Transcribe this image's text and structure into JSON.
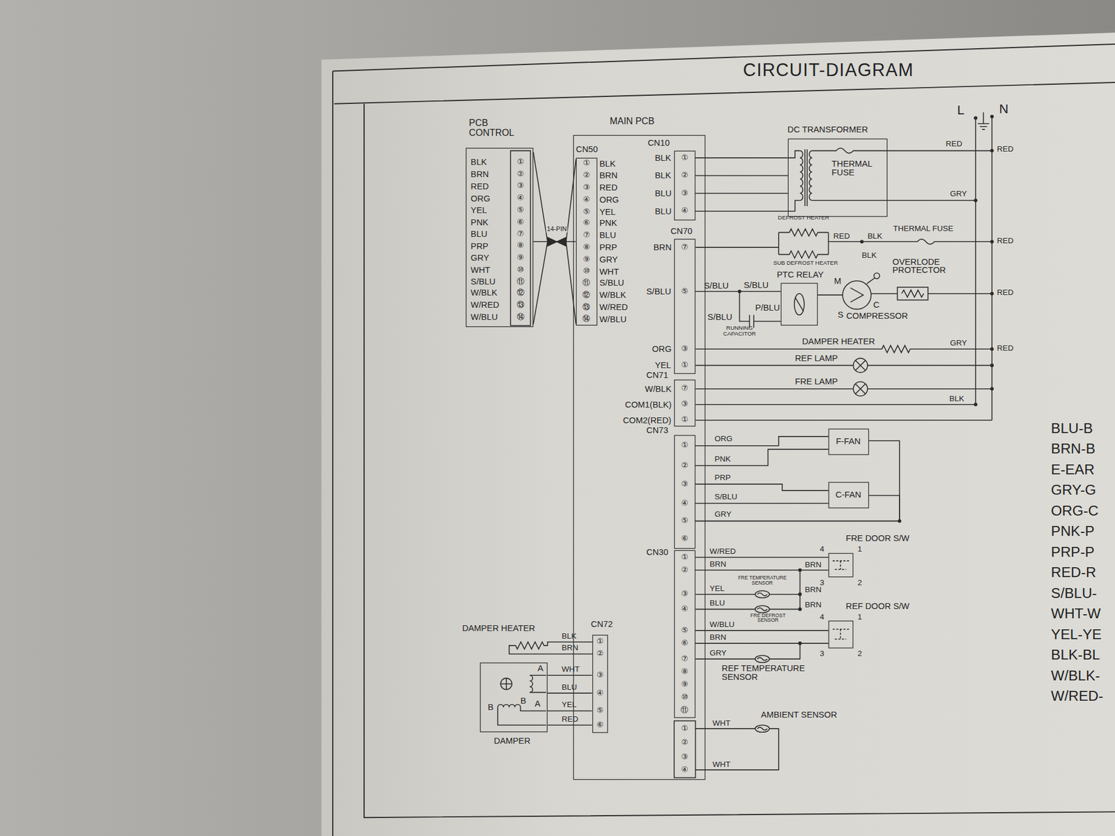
{
  "diagram": {
    "title": "CIRCUIT-DIAGRAM",
    "nodes": [
      {
        "text": [
          "PCB CONTROL"
        ]
      },
      {
        "text": [
          "MAIN PCB"
        ]
      },
      {
        "text": [
          "CN50"
        ],
        "in": 1
      },
      {
        "text": [
          "CN10"
        ],
        "in": 1
      },
      {
        "text": [
          "CN70"
        ],
        "in": 1
      },
      {
        "text": [
          "CN71"
        ],
        "in": 1
      },
      {
        "text": [
          "CN73"
        ],
        "in": 1
      },
      {
        "text": [
          "CN30"
        ],
        "in": 1
      },
      {
        "text": [
          "CN72"
        ],
        "in": 1
      },
      {
        "text": [
          "DC TRANSFORMER",
          "THERMAL FUSE"
        ]
      },
      {
        "text": [
          "PTC RELAY"
        ]
      },
      {
        "text": [
          "F-FAN"
        ]
      },
      {
        "text": [
          "C-FAN"
        ]
      },
      {
        "text": [
          "FRE DOOR S/W"
        ]
      },
      {
        "text": [
          "REF DOOR S/W"
        ]
      },
      {
        "text": [
          "DAMPER"
        ]
      }
    ],
    "edges": [
      {
        "from": 0,
        "to": 2,
        "arrow": "none",
        "label": "14-PIN"
      },
      {
        "from": 3,
        "to": 9,
        "arrow": "none"
      },
      {
        "from": 3,
        "to": 9,
        "arrow": "none"
      },
      {
        "from": 3,
        "to": 9,
        "arrow": "none"
      },
      {
        "from": 3,
        "to": 9,
        "arrow": "none"
      },
      {
        "from": 4,
        "to": 10,
        "arrow": "none"
      },
      {
        "from": 6,
        "to": 11,
        "arrow": "none"
      },
      {
        "from": 6,
        "to": 11,
        "arrow": "none"
      },
      {
        "from": 6,
        "to": 12,
        "arrow": "none"
      },
      {
        "from": 6,
        "to": 12,
        "arrow": "none"
      },
      {
        "from": 6,
        "to": 11,
        "arrow": "none"
      },
      {
        "from": 6,
        "to": 12,
        "arrow": "none"
      },
      {
        "from": 7,
        "to": 13,
        "arrow": "none"
      },
      {
        "from": 7,
        "to": 13,
        "arrow": "none"
      },
      {
        "from": 7,
        "to": 14,
        "arrow": "none"
      },
      {
        "from": 7,
        "to": 14,
        "arrow": "none"
      },
      {
        "from": 8,
        "to": 15,
        "arrow": "none"
      },
      {
        "from": 8,
        "to": 15,
        "arrow": "none"
      },
      {
        "from": 8,
        "to": 15,
        "arrow": "none"
      },
      {
        "from": 8,
        "to": 15,
        "arrow": "none"
      }
    ],
    "labels": [
      "BLK",
      "BRN",
      "RED",
      "ORG",
      "YEL",
      "PNK",
      "BLU",
      "PRP",
      "GRY",
      "WHT",
      "S/BLU",
      "W/BLK",
      "W/RED",
      "W/BLU",
      "①",
      "②",
      "③",
      "④",
      "⑤",
      "⑥",
      "⑦",
      "⑧",
      "⑨",
      "⑩",
      "⑪",
      "⑫",
      "⑬",
      "⑭",
      "①",
      "②",
      "③",
      "④",
      "⑤",
      "⑥",
      "⑦",
      "⑧",
      "⑨",
      "⑩",
      "⑪",
      "⑫",
      "⑬",
      "⑭",
      "BLK",
      "BRN",
      "RED",
      "ORG",
      "YEL",
      "PNK",
      "BLU",
      "PRP",
      "GRY",
      "WHT",
      "S/BLU",
      "W/BLK",
      "W/RED",
      "W/BLU",
      "BLK",
      "①",
      "BLK",
      "②",
      "BLU",
      "③",
      "BLU",
      "④",
      "BRN",
      "⑦",
      "S/BLU",
      "⑤",
      "ORG",
      "③",
      "YEL",
      "①",
      "W/BLK",
      "⑦",
      "COM1(BLK)",
      "③",
      "COM2(RED)",
      "①",
      "①",
      "②",
      "③",
      "④",
      "⑤",
      "⑥",
      "ORG",
      "PNK",
      "PRP",
      "S/BLU",
      "GRY",
      "①",
      "②",
      "③",
      "④",
      "⑤",
      "⑥",
      "⑦",
      "⑧",
      "⑨",
      "⑩",
      "⑪",
      "W/RED",
      "BRN",
      "YEL",
      "BLU",
      "W/BLU",
      "BRN",
      "GRY",
      "FRE TEMPERATURE SENSOR",
      "BRN",
      "BRN",
      "BRN",
      "FRE DEFROST SENSOR",
      "4",
      "1",
      "3",
      "2",
      "4",
      "1",
      "3",
      "2",
      "REF TEMPERATURE SENSOR",
      "AMBIENT SENSOR",
      "WHT",
      "WHT",
      "①",
      "②",
      "③",
      "④",
      "①",
      "②",
      "③",
      "④",
      "⑤",
      "⑥",
      "BLK",
      "BRN",
      "WHT",
      "BLU",
      "YEL",
      "RED",
      "DAMPER HEATER",
      "A",
      "B",
      "B",
      "A",
      "L",
      "N",
      "RED",
      "RED",
      "GRY",
      "DEFROST HEATER",
      "RED",
      "BLK",
      "THERMAL FUSE",
      "RED",
      "SUB DEFROST HEATER",
      "BLK",
      "OVERLODE PROTECTOR",
      "S/BLU",
      "S/BLU",
      "P/BLU",
      "S/BLU",
      "RUNNING CAPACITOR",
      "M",
      "C",
      "S",
      "COMPRESSOR",
      "RED",
      "DAMPER HEATER",
      "GRY",
      "RED",
      "REF LAMP",
      "FRE LAMP",
      "BLK",
      "BLU-B",
      "BRN-B",
      "E-EAR",
      "GRY-G",
      "ORG-C",
      "PNK-P",
      "PRP-P",
      "RED-R",
      "S/BLU-",
      "WHT-W",
      "YEL-YE",
      "BLK-BL",
      "W/BLK-",
      "W/RED-"
    ]
  }
}
